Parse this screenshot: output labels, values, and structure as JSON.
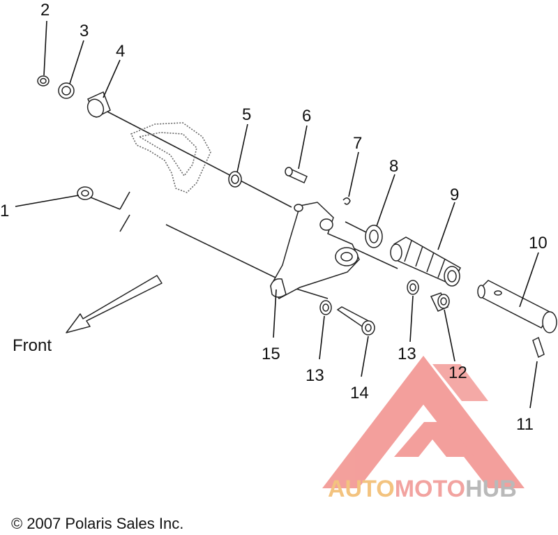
{
  "diagram": {
    "callouts": [
      "1",
      "2",
      "3",
      "4",
      "5",
      "6",
      "7",
      "8",
      "9",
      "10",
      "11",
      "12",
      "13",
      "13",
      "14",
      "15"
    ],
    "direction_label": "Front"
  },
  "watermark": {
    "brand_auto": "AUTO",
    "brand_moto": "MOTO",
    "brand_hub": "HUB",
    "colors": {
      "auto": "#f3c37f",
      "moto": "#f2a3a0",
      "hub": "#b9b9b9",
      "triangle": "#f18f8b"
    }
  },
  "copyright": "© 2007 Polaris Sales Inc."
}
